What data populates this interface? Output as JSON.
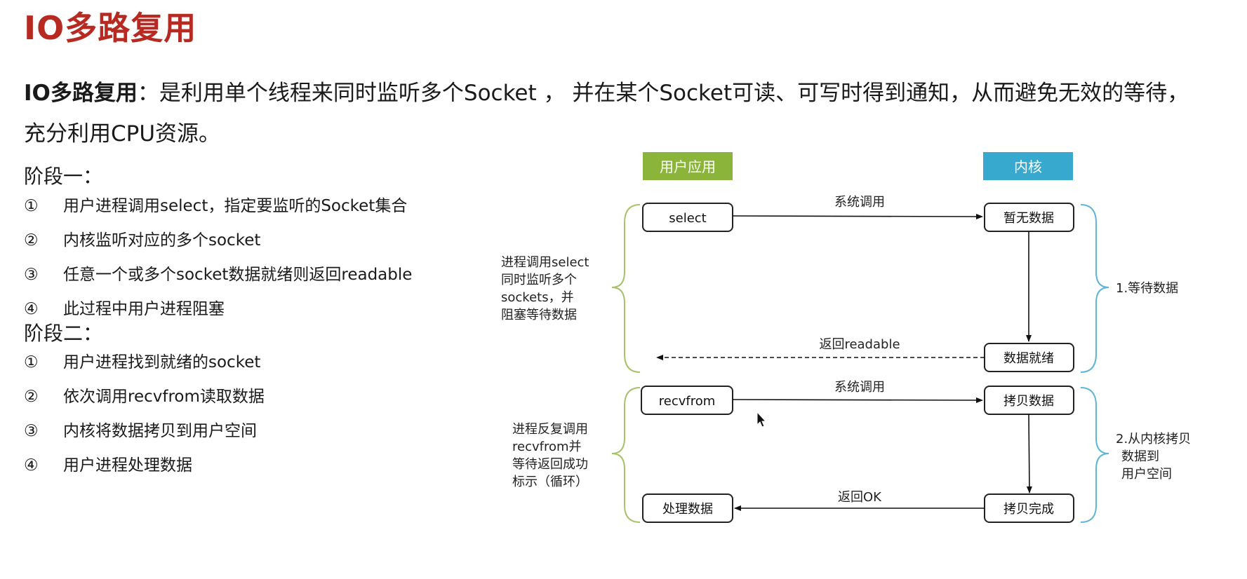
{
  "title": "IO多路复用",
  "definition": {
    "term": "IO多路复用",
    "colon": "：",
    "text": "是利用单个线程来同时监听多个Socket ， 并在某个Socket可读、可写时得到通知，从而避免无效的等待，充分利用CPU资源。"
  },
  "stage1": {
    "heading": "阶段一：",
    "items": [
      {
        "num": "①",
        "text": "用户进程调用select，指定要监听的Socket集合"
      },
      {
        "num": "②",
        "text": "内核监听对应的多个socket"
      },
      {
        "num": "③",
        "text": "任意一个或多个socket数据就绪则返回readable"
      },
      {
        "num": "④",
        "text": "此过程中用户进程阻塞"
      }
    ]
  },
  "stage2": {
    "heading": "阶段二：",
    "items": [
      {
        "num": "①",
        "text": "用户进程找到就绪的socket"
      },
      {
        "num": "②",
        "text": "依次调用recvfrom读取数据"
      },
      {
        "num": "③",
        "text": "内核将数据拷贝到用户空间"
      },
      {
        "num": "④",
        "text": "用户进程处理数据"
      }
    ]
  },
  "diagram": {
    "header_user": "用户应用",
    "header_kernel": "内核",
    "header_user_color": "#8bb53a",
    "header_kernel_color": "#37a9cf",
    "box_select": "select",
    "box_no_data": "暂无数据",
    "box_data_ready": "数据就绪",
    "box_recvfrom": "recvfrom",
    "box_copy_data": "拷贝数据",
    "box_copy_done": "拷贝完成",
    "box_process_data": "处理数据",
    "arrow_syscall_1": "系统调用",
    "arrow_return_readable": "返回readable",
    "arrow_syscall_2": "系统调用",
    "arrow_return_ok": "返回OK",
    "left_note_1": [
      "进程调用select",
      "同时监听多个",
      "sockets，并",
      "阻塞等待数据"
    ],
    "left_note_2": [
      "进程反复调用",
      "recvfrom并",
      "等待返回成功",
      "标示（循环）"
    ],
    "right_note_1": "1.等待数据",
    "right_note_2": [
      "2.从内核拷贝",
      "数据到",
      "用户空间"
    ]
  }
}
